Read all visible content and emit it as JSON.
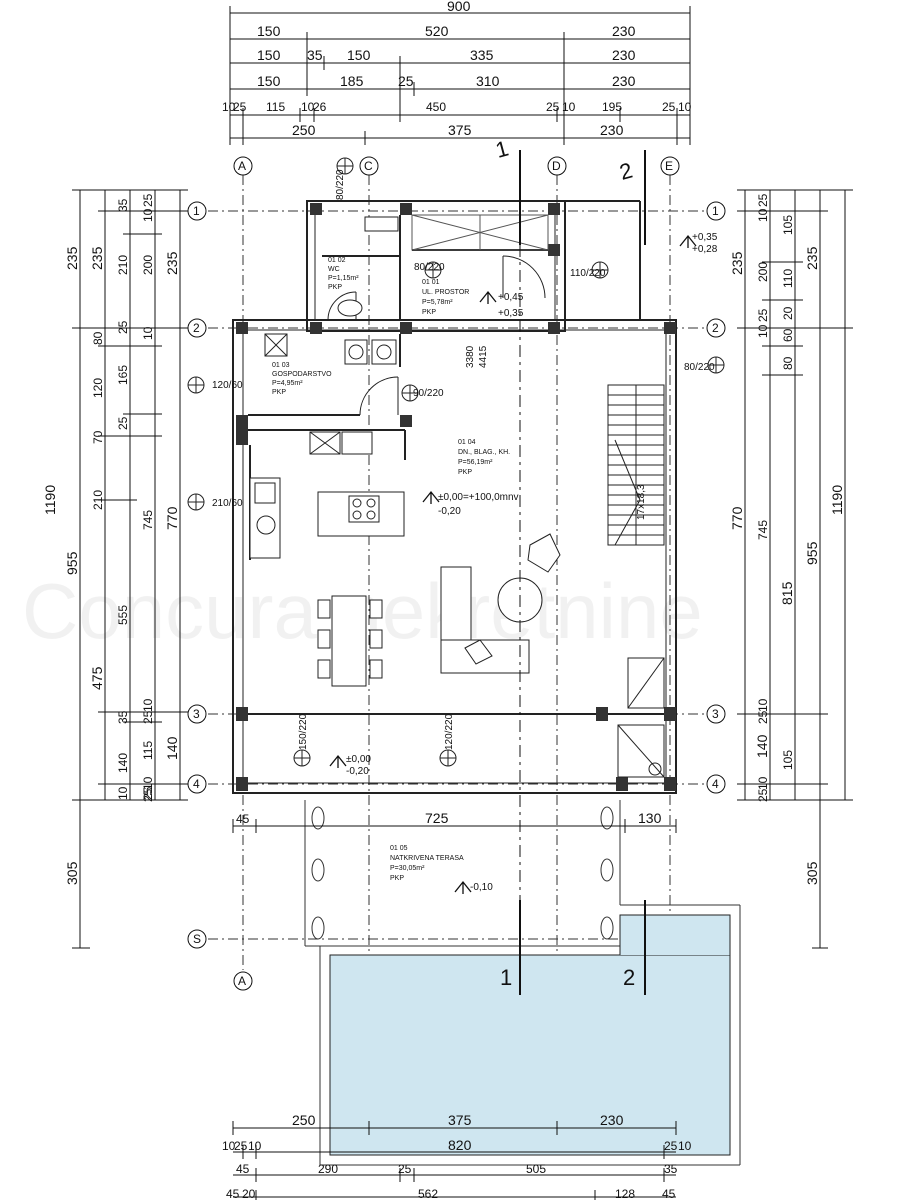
{
  "top_dims": {
    "row1": [
      "900"
    ],
    "row2": [
      "150",
      "520",
      "230"
    ],
    "row3": [
      "150",
      "35",
      "150",
      "335",
      "230"
    ],
    "row4": [
      "150",
      "185",
      "25",
      "310",
      "230"
    ],
    "row5": [
      "10",
      "25",
      "115",
      "10",
      "26",
      "450",
      "25",
      "10",
      "195",
      "25",
      "10"
    ],
    "row6": [
      "250",
      "375",
      "230"
    ]
  },
  "left_dims": {
    "col1": [
      "235",
      "1190",
      "305"
    ],
    "col2": [
      "235",
      "955",
      "475"
    ],
    "col3": [
      "35",
      "210",
      "80",
      "120",
      "70",
      "210",
      "555",
      "35",
      "140",
      "10",
      "25"
    ],
    "col4": [
      "25",
      "10",
      "200",
      "25",
      "10",
      "165",
      "25",
      "745",
      "10",
      "25",
      "115",
      "10",
      "25"
    ],
    "col5": [
      "235",
      "770",
      "140"
    ]
  },
  "right_dims": {
    "col1": [
      "25",
      "10",
      "235",
      "25",
      "10",
      "770",
      "10",
      "25",
      "140",
      "10",
      "25"
    ],
    "col2": [
      "105",
      "200",
      "20",
      "60",
      "745",
      "105"
    ],
    "col3": [
      "110",
      "80",
      "815"
    ],
    "col4": [
      "235",
      "955",
      "305"
    ],
    "col5": [
      "1190"
    ]
  },
  "bottom_dims": {
    "row1": [
      "45",
      "725",
      "130"
    ],
    "row2": [
      "250",
      "375",
      "230"
    ],
    "row3": [
      "10",
      "25",
      "10",
      "820",
      "25",
      "10"
    ],
    "row4": [
      "45",
      "290",
      "25",
      "505",
      "35"
    ],
    "row5": [
      "45",
      "20",
      "562",
      "128",
      "45"
    ]
  },
  "axes": {
    "columns": [
      "A",
      "C",
      "D",
      "E"
    ],
    "rows": [
      "1",
      "2",
      "3",
      "4",
      "S"
    ]
  },
  "sections": [
    "1",
    "2"
  ],
  "rooms": [
    {
      "id": "01 01",
      "name": "UL. PROSTOR",
      "area": "P=5,78m²",
      "floor": "PKP"
    },
    {
      "id": "01 02",
      "name": "WC",
      "area": "P=1,15m²",
      "floor": "PKP"
    },
    {
      "id": "01 03",
      "name": "GOSPODARSTVO",
      "area": "P=4,95m²",
      "floor": "PKP"
    },
    {
      "id": "01 04",
      "name": "DN., BLAG., KH.",
      "area": "P=56,19m²",
      "floor": "PKP"
    },
    {
      "id": "01 05",
      "name": "NATKRIVENA TERASA",
      "area": "P=30,05m²",
      "floor": "PKP"
    }
  ],
  "openings": [
    "80/220",
    "110/220",
    "120/60",
    "90/220",
    "210/60",
    "80/220",
    "150/220",
    "80/220",
    "120/220"
  ],
  "levels": [
    "+0,35",
    "+0,28",
    "+0,45",
    "+0,35",
    "±0,00=+100,0mnv",
    "-0,20",
    "±0,00",
    "-0,20",
    "-0,10"
  ],
  "misc": {
    "stair_label": "17x18,3",
    "hall_height": "3380",
    "hall_height2": "4415"
  },
  "watermark": "Concura nekretnine",
  "colors": {
    "pool_fill": "#cfe6f0",
    "wall": "#222222",
    "grid": "#333333"
  }
}
